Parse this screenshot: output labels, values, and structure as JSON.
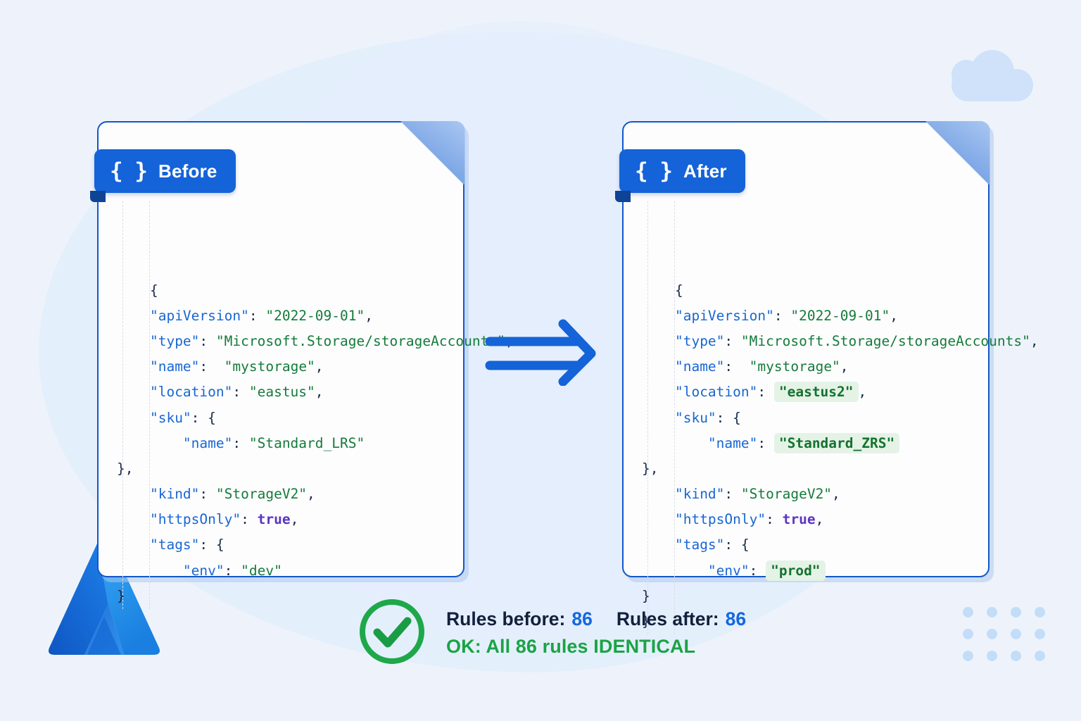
{
  "background": {
    "page_color": "#eef3fb",
    "blob_color": "#e2edfb",
    "cloud_icon": "cloud-icon",
    "dots_icon": "dot-grid-icon",
    "logo_icon": "azure-logo-icon"
  },
  "arrow": {
    "icon": "double-line-right-arrow-icon",
    "color": "#1463d8"
  },
  "cards": [
    {
      "id": "before",
      "badge_label": "Before",
      "badge_icon": "curly-braces-icon",
      "badge_color": "#1463d8",
      "lines": [
        [
          {
            "t": "{",
            "c": "brace"
          }
        ],
        [
          {
            "t": "\"apiVersion\"",
            "c": "key"
          },
          {
            "t": ": ",
            "c": "punct"
          },
          {
            "t": "\"2022-09-01\"",
            "c": "str"
          },
          {
            "t": ",",
            "c": "punct"
          }
        ],
        [
          {
            "t": "\"type\"",
            "c": "key"
          },
          {
            "t": ": ",
            "c": "punct"
          },
          {
            "t": "\"Microsoft.Storage/storageAccounts\"",
            "c": "str"
          },
          {
            "t": ",",
            "c": "punct"
          }
        ],
        [
          {
            "t": "\"name\"",
            "c": "key"
          },
          {
            "t": ":  ",
            "c": "punct"
          },
          {
            "t": "\"mystorage\"",
            "c": "str"
          },
          {
            "t": ",",
            "c": "punct"
          }
        ],
        [
          {
            "t": "\"location\"",
            "c": "key"
          },
          {
            "t": ": ",
            "c": "punct"
          },
          {
            "t": "\"eastus\"",
            "c": "str"
          },
          {
            "t": ",",
            "c": "punct"
          }
        ],
        [
          {
            "t": "\"sku\"",
            "c": "key"
          },
          {
            "t": ": ",
            "c": "punct"
          },
          {
            "t": "{",
            "c": "brace"
          }
        ],
        [
          {
            "t": "\"name\"",
            "c": "key",
            "indent": 2
          },
          {
            "t": ": ",
            "c": "punct"
          },
          {
            "t": "\"Standard_LRS\"",
            "c": "str"
          }
        ],
        [
          {
            "t": "},",
            "c": "brace",
            "indent": 0
          }
        ],
        [
          {
            "t": "\"kind\"",
            "c": "key"
          },
          {
            "t": ": ",
            "c": "punct"
          },
          {
            "t": "\"StorageV2\"",
            "c": "str"
          },
          {
            "t": ",",
            "c": "punct"
          }
        ],
        [
          {
            "t": "\"httpsOnly\"",
            "c": "key"
          },
          {
            "t": ": ",
            "c": "punct"
          },
          {
            "t": "true",
            "c": "bool"
          },
          {
            "t": ",",
            "c": "punct"
          }
        ],
        [
          {
            "t": "\"tags\"",
            "c": "key"
          },
          {
            "t": ": ",
            "c": "punct"
          },
          {
            "t": "{",
            "c": "brace"
          }
        ],
        [
          {
            "t": "\"env\"",
            "c": "key",
            "indent": 2
          },
          {
            "t": ": ",
            "c": "punct"
          },
          {
            "t": "\"dev\"",
            "c": "str"
          }
        ],
        [
          {
            "t": "}",
            "c": "brace",
            "indent": 0
          }
        ]
      ]
    },
    {
      "id": "after",
      "badge_label": "After",
      "badge_icon": "curly-braces-icon",
      "badge_color": "#1463d8",
      "lines": [
        [
          {
            "t": "{",
            "c": "brace"
          }
        ],
        [
          {
            "t": "\"apiVersion\"",
            "c": "key"
          },
          {
            "t": ": ",
            "c": "punct"
          },
          {
            "t": "\"2022-09-01\"",
            "c": "str"
          },
          {
            "t": ",",
            "c": "punct"
          }
        ],
        [
          {
            "t": "\"type\"",
            "c": "key"
          },
          {
            "t": ": ",
            "c": "punct"
          },
          {
            "t": "\"Microsoft.Storage/storageAccounts\"",
            "c": "str"
          },
          {
            "t": ",",
            "c": "punct"
          }
        ],
        [
          {
            "t": "\"name\"",
            "c": "key"
          },
          {
            "t": ":  ",
            "c": "punct"
          },
          {
            "t": "\"mystorage\"",
            "c": "str"
          },
          {
            "t": ",",
            "c": "punct"
          }
        ],
        [
          {
            "t": "\"location\"",
            "c": "key"
          },
          {
            "t": ": ",
            "c": "punct"
          },
          {
            "t": "\"eastus2\"",
            "c": "hl"
          },
          {
            "t": ",",
            "c": "punct"
          }
        ],
        [
          {
            "t": "\"sku\"",
            "c": "key"
          },
          {
            "t": ": ",
            "c": "punct"
          },
          {
            "t": "{",
            "c": "brace"
          }
        ],
        [
          {
            "t": "\"name\"",
            "c": "key",
            "indent": 2
          },
          {
            "t": ": ",
            "c": "punct"
          },
          {
            "t": "\"Standard_ZRS\"",
            "c": "hl"
          }
        ],
        [
          {
            "t": "},",
            "c": "brace",
            "indent": 0
          }
        ],
        [
          {
            "t": "\"kind\"",
            "c": "key"
          },
          {
            "t": ": ",
            "c": "punct"
          },
          {
            "t": "\"StorageV2\"",
            "c": "str"
          },
          {
            "t": ",",
            "c": "punct"
          }
        ],
        [
          {
            "t": "\"httpsOnly\"",
            "c": "key"
          },
          {
            "t": ": ",
            "c": "punct"
          },
          {
            "t": "true",
            "c": "bool"
          },
          {
            "t": ",",
            "c": "punct"
          }
        ],
        [
          {
            "t": "\"tags\"",
            "c": "key"
          },
          {
            "t": ": ",
            "c": "punct"
          },
          {
            "t": "{",
            "c": "brace"
          }
        ],
        [
          {
            "t": "\"env\"",
            "c": "key",
            "indent": 2
          },
          {
            "t": ": ",
            "c": "punct"
          },
          {
            "t": "\"prod\"",
            "c": "hl"
          }
        ],
        [
          {
            "t": "}",
            "c": "brace",
            "indent": 0
          }
        ],
        [
          {
            "t": "}",
            "c": "brace",
            "indent": -1
          }
        ]
      ]
    }
  ],
  "status": {
    "check_icon": "green-check-circle-icon",
    "rules_before_label": "Rules before:",
    "rules_before_value": "86",
    "rules_after_label": "Rules after:",
    "rules_after_value": "86",
    "result_text": "OK: All 86 rules IDENTICAL",
    "result_color": "#1ba345",
    "value_color": "#1468e0"
  }
}
